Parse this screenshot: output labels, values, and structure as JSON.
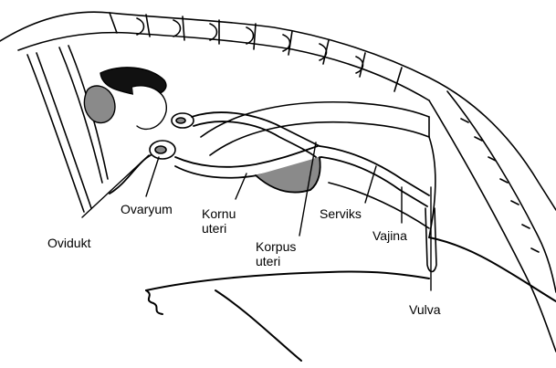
{
  "labels": {
    "ovidukt": "Ovidukt",
    "ovaryum": "Ovaryum",
    "kornu_line1": "Kornu",
    "kornu_line2": "uteri",
    "korpus_line1": "Korpus",
    "korpus_line2": "uteri",
    "serviks": "Serviks",
    "vajina": "Vajina",
    "vulva": "Vulva"
  },
  "colors": {
    "stroke": "#000000",
    "fill_dark": "#111111",
    "fill_organ": "#8a8a8a",
    "background": "#ffffff"
  }
}
